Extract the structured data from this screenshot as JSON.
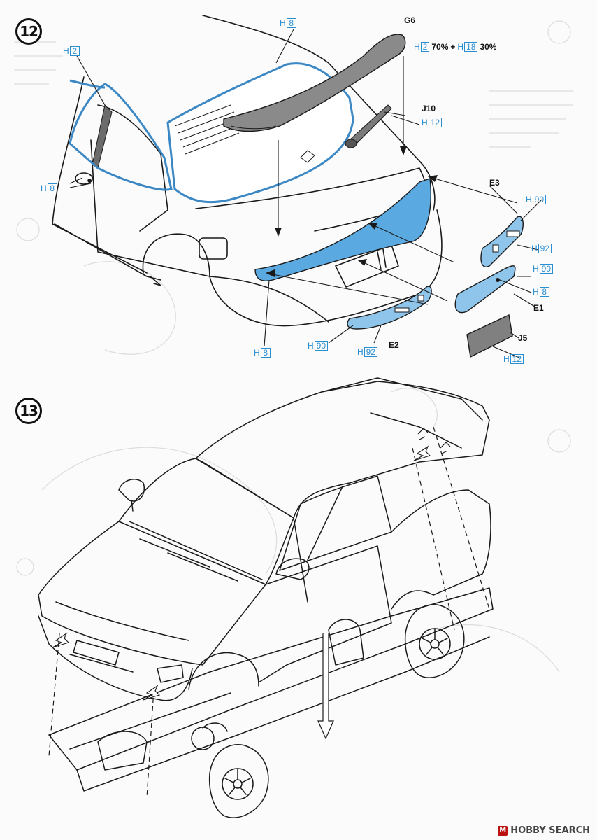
{
  "step12": {
    "number": "12",
    "parts": {
      "g6": "G6",
      "j10": "J10",
      "e3": "E3",
      "e1": "E1",
      "e2": "E2",
      "j5": "J5"
    },
    "paint": {
      "h_prefix": "H",
      "h8": "8",
      "h2": "2",
      "h12": "12",
      "h90": "90",
      "h92": "92",
      "h18": "18",
      "mix_pct_1": "70%",
      "mix_plus": "+",
      "mix_pct_2": "30%"
    }
  },
  "step13": {
    "number": "13"
  },
  "watermark": {
    "mark": "M",
    "text": "HOBBY SEARCH"
  },
  "colors": {
    "blue_paint": "#5aa9e0",
    "light_blue": "#8fc5ea",
    "callout_text": "#2a8fd0",
    "grey_paint": "#8a8a8a",
    "line": "#1a1a1a"
  }
}
